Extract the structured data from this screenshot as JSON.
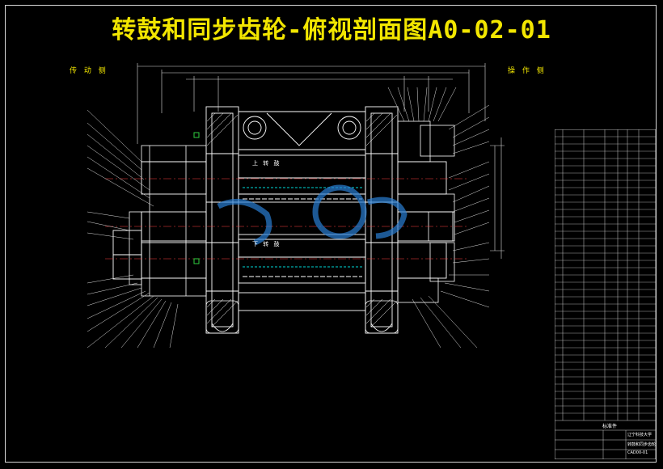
{
  "title": "转鼓和同步齿轮-俯视剖面图A0-02-01",
  "side_labels": {
    "left": "传 动 侧",
    "right": "操 作 侧"
  },
  "drum_labels": {
    "upper": "上 转 鼓",
    "lower": "下 转 鼓"
  },
  "title_block": {
    "header": "标准件",
    "school": "辽宁科技大学",
    "drawing_name": "转鼓和同步齿轮",
    "code": "CAD00-01"
  },
  "colors": {
    "title": "#f2e600",
    "line": "#ffffff",
    "hatch": "#ffffff",
    "center": "#ff4040",
    "accent": "#00d8d8",
    "watermark": "#2a7fd4",
    "green": "#30d040"
  }
}
